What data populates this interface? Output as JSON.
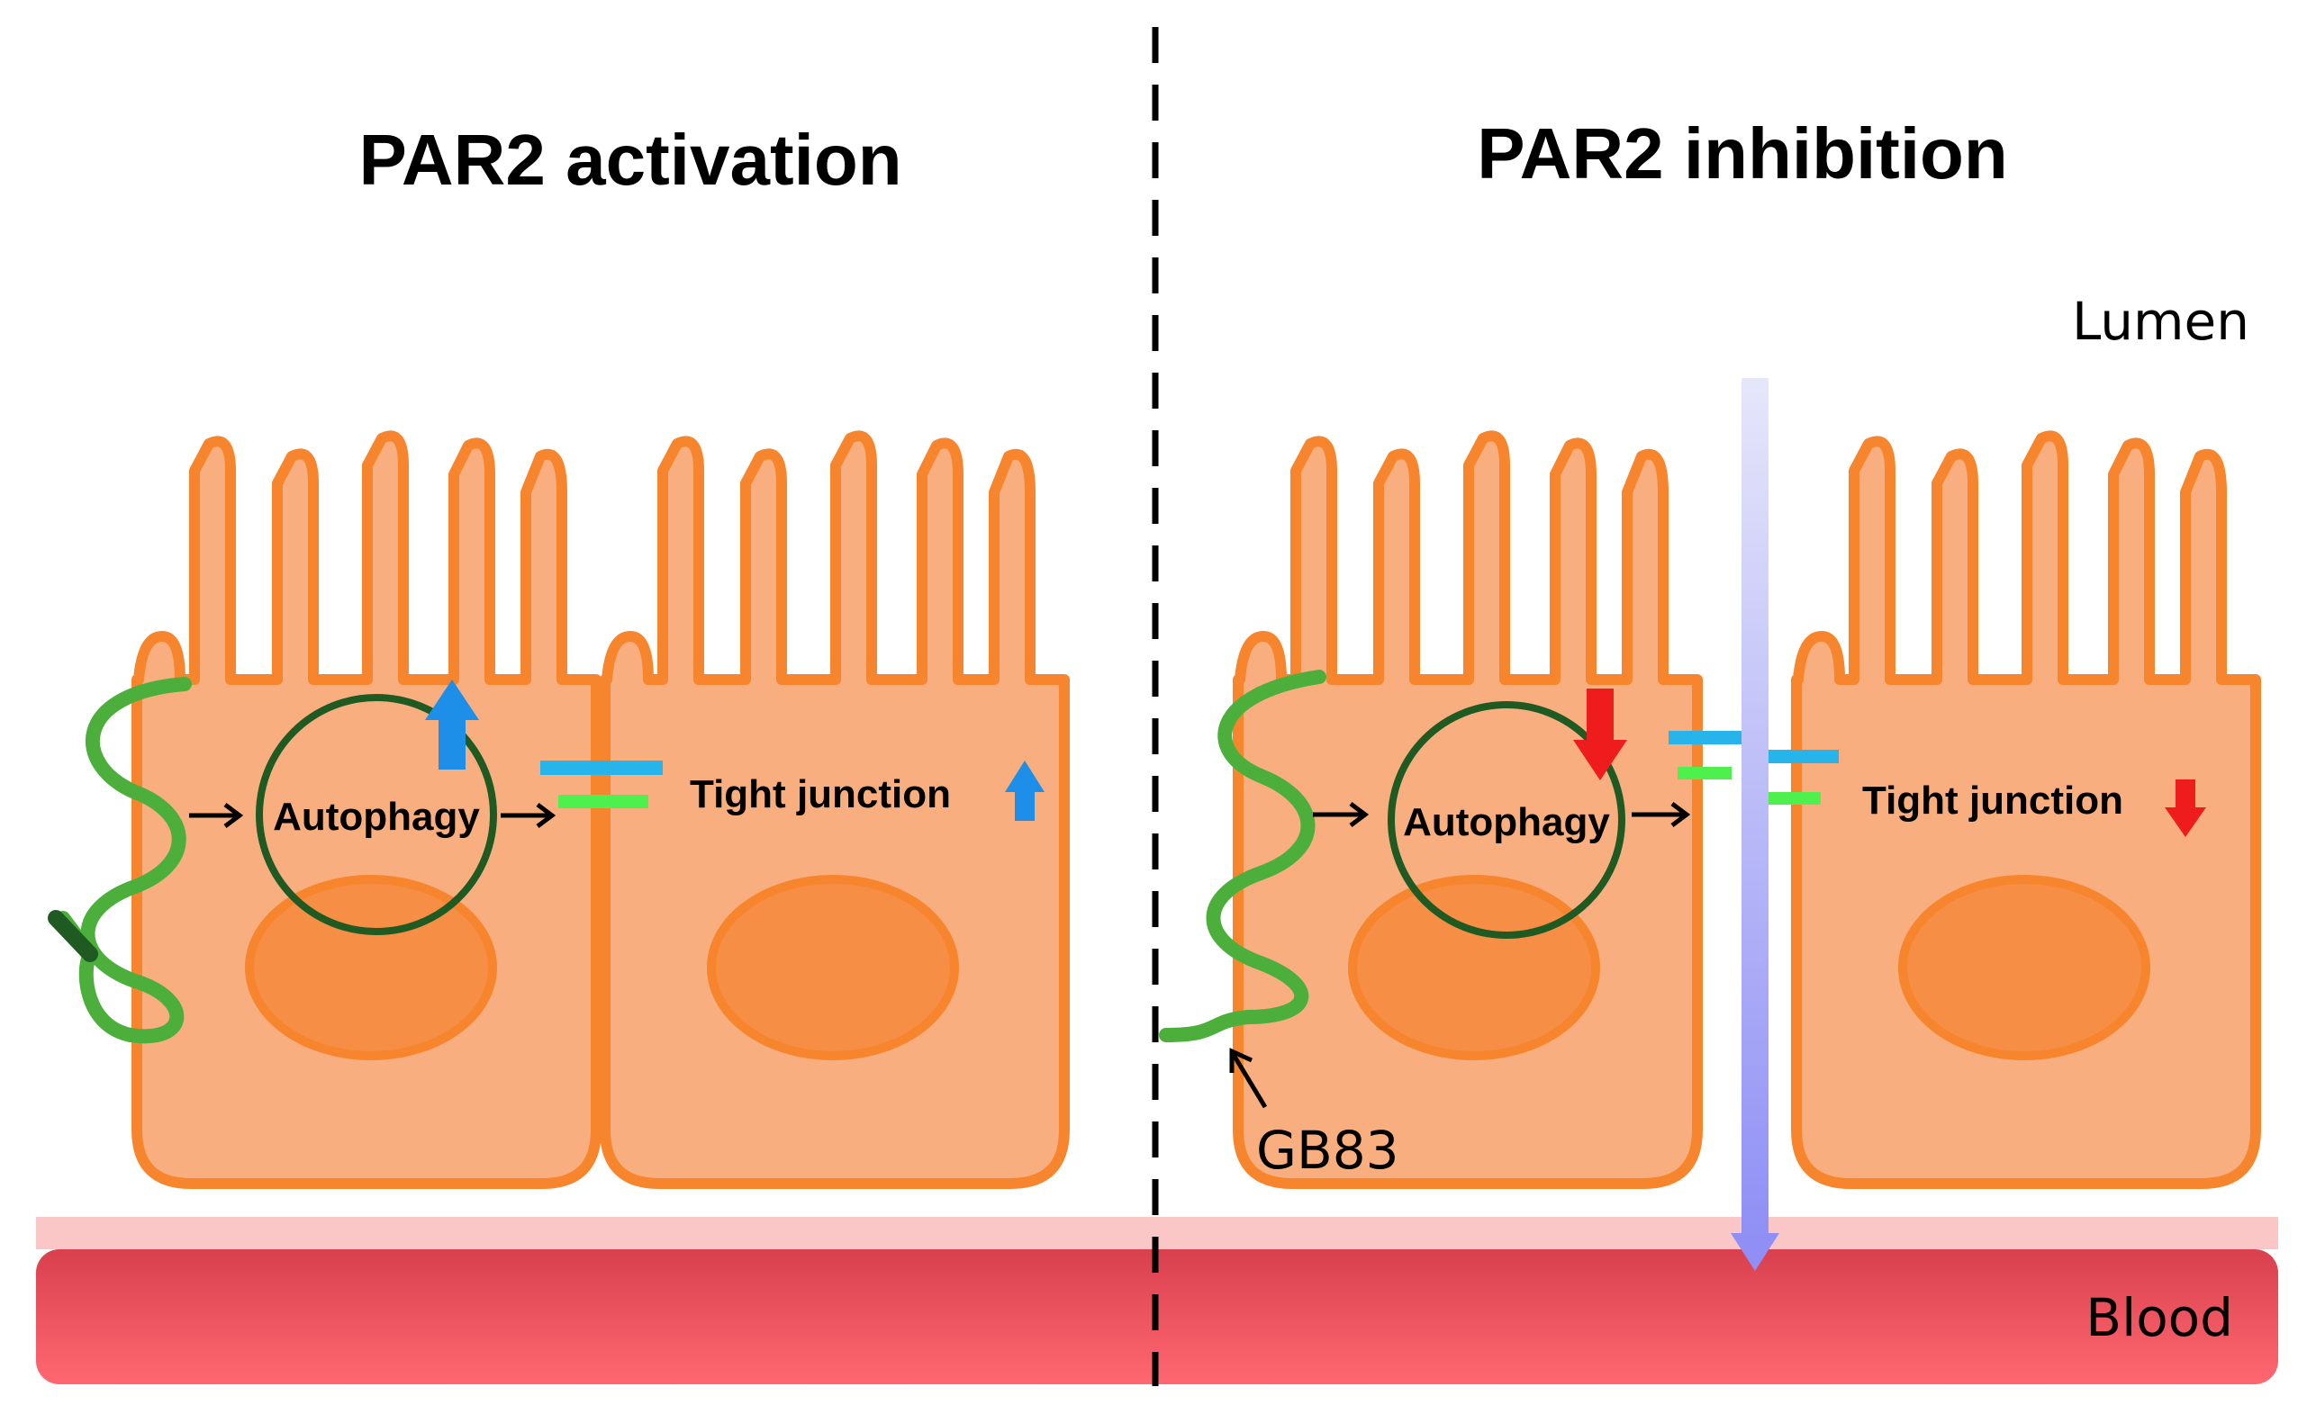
{
  "titles": {
    "left": "PAR2 activation",
    "right": "PAR2 inhibition"
  },
  "labels": {
    "lumen": "Lumen",
    "blood": "Blood",
    "gb83": "GB83",
    "autophagy_left": "Autophagy",
    "autophagy_right": "Autophagy",
    "tight_junction_left": "Tight junction",
    "tight_junction_right": "Tight junction"
  },
  "colors": {
    "cell_fill": "#f9ae7f",
    "cell_stroke": "#f7852e",
    "nucleus_fill": "#f68e45",
    "receptor_green": "#4caf3c",
    "autophagy_ring": "#1f5a22",
    "arrow_up_blue": "#1e8fe8",
    "arrow_down_red": "#ee1c1c",
    "junction_blue": "#27b4ea",
    "junction_green": "#4df04d",
    "basement_pink": "#fbc6c6",
    "blood_red": "#f0525e",
    "leak_arrow": "#8f8ff5"
  },
  "icons": {
    "up": "arrow-up-icon",
    "down": "arrow-down-icon"
  }
}
